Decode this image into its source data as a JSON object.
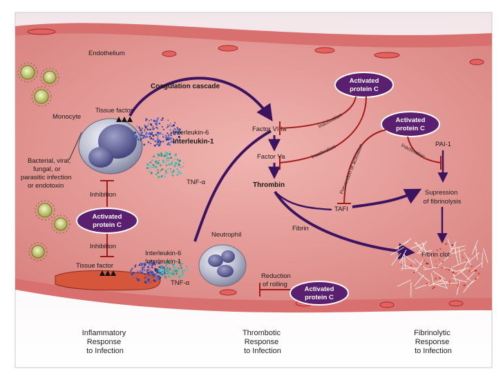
{
  "labels": {
    "endothelium": "Endothelium",
    "coagulation": "Coagulation cascade",
    "tissue_factor_top": "Tissue factor",
    "monocyte": "Monocyte",
    "il6_top": "Interleukin-6",
    "il1_top": "Interleukin-1",
    "tnf_top": "TNF-α",
    "bacteria": [
      "Bacterial, viral,",
      "fungal, or",
      "parasitic infection",
      "or endotoxin"
    ],
    "inhibition_top": "Inhibition",
    "inhibition_bottom": "Inhibition",
    "tissue_factor_bottom": "Tissue factor",
    "neutrophil": "Neutrophil",
    "il6_bottom": "Interleukin-6",
    "il1_bottom": "Interleukin-1",
    "tnf_bottom": "TNF-α",
    "reduction": [
      "Reduction",
      "of rolling"
    ],
    "factor_viiia": "Factor VIIIa",
    "factor_va": "Factor Va",
    "thrombin": "Thrombin",
    "fibrin": "Fibrin",
    "tafi": "TAFI",
    "pai1": "PAI-1",
    "supression": [
      "Supression",
      "of fibrinolysis"
    ],
    "fibrin_clot": "Fibrin clot",
    "inactivation_1": "Inactivation",
    "inactivation_2": "Inactivation",
    "inactivation_3": "Inactivation",
    "prevention": "Prevention of activation"
  },
  "apc": {
    "line1": "Activated",
    "line2": "protein C"
  },
  "captions": {
    "inflammatory": [
      "Inflammatory",
      "Response",
      "to Infection"
    ],
    "thrombotic": [
      "Thrombotic",
      "Response",
      "to Infection"
    ],
    "fibrinolytic": [
      "Fibrinolytic",
      "Response",
      "to Infection"
    ]
  },
  "colors": {
    "vessel": "#e59a97",
    "wall": "#d8706f",
    "apc_fill": "#5a1f6e",
    "inhibit": "#a01a1a",
    "arrow": "#3b1460"
  }
}
